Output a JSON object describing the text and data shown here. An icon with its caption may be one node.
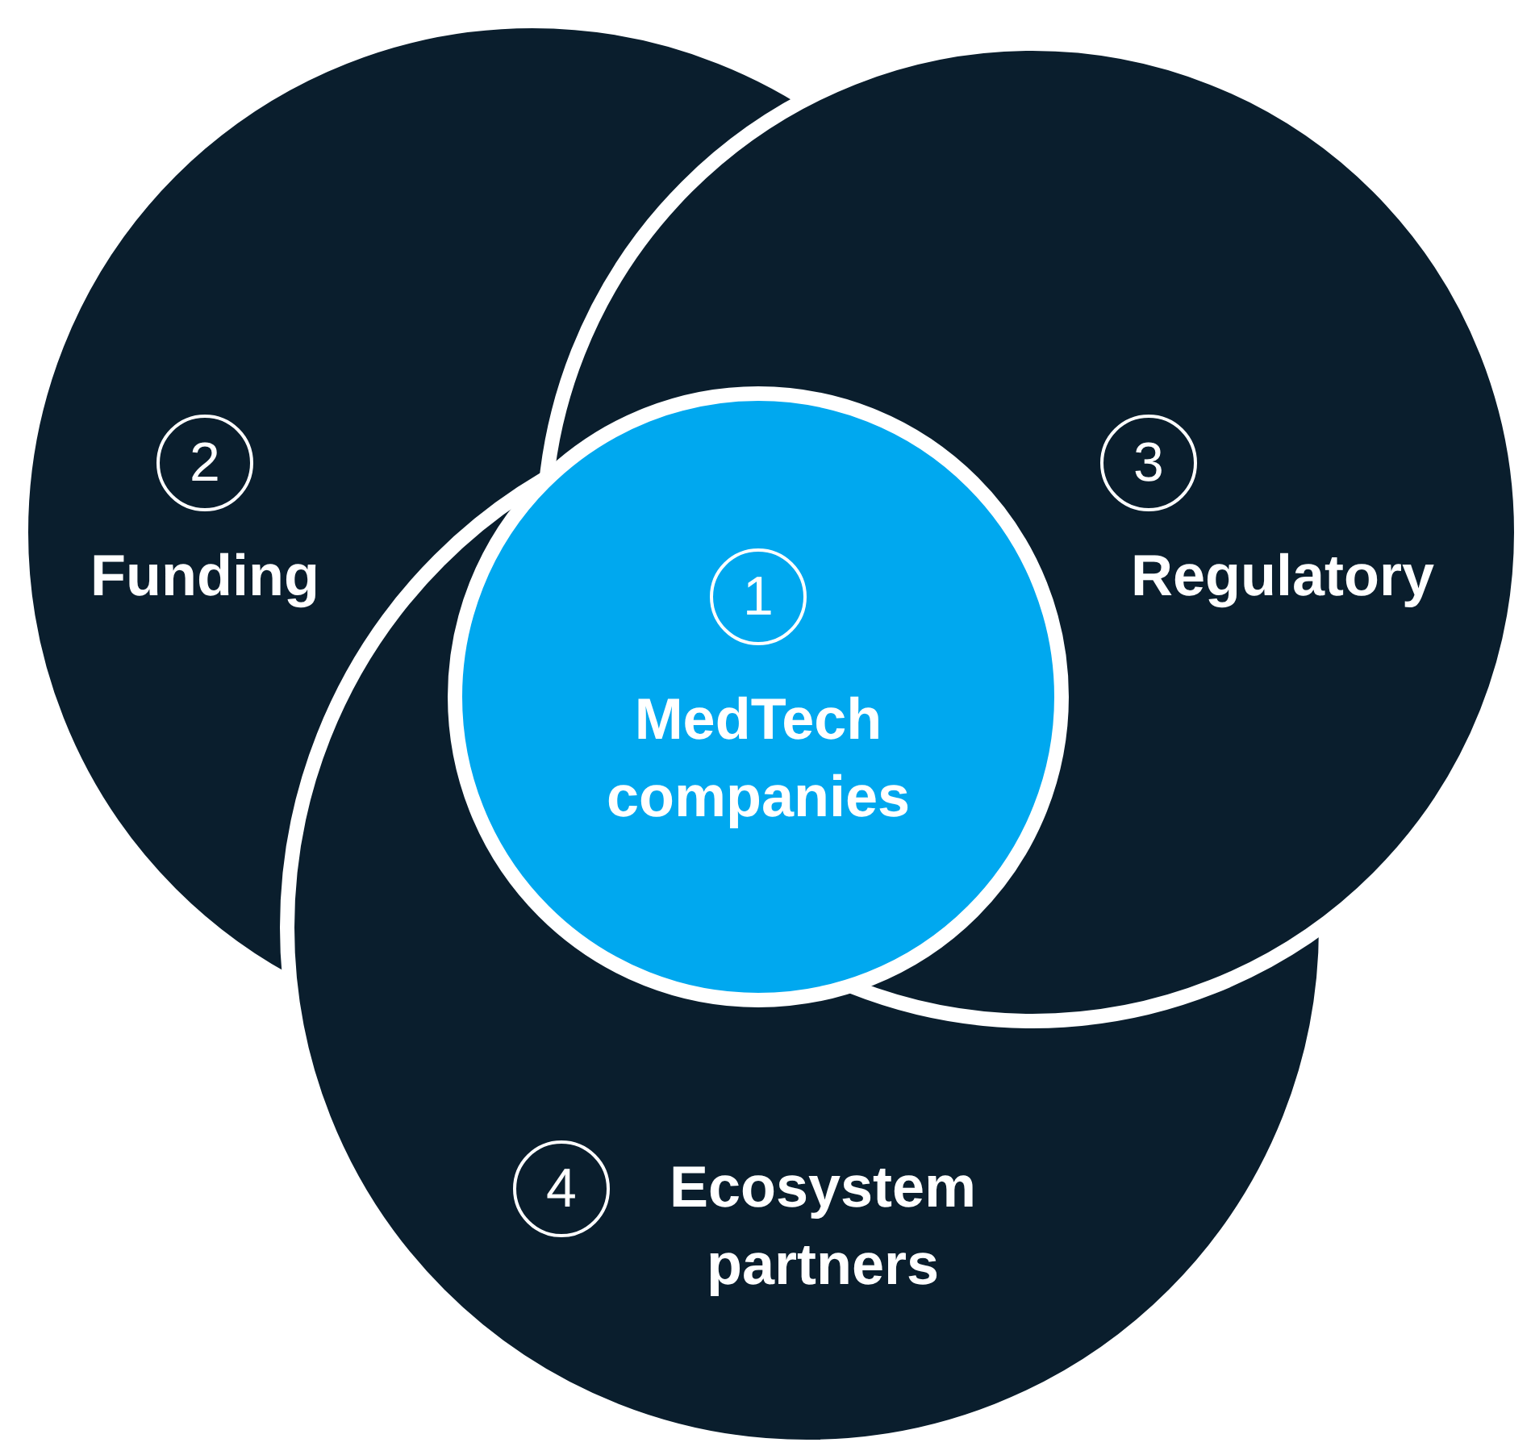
{
  "diagram": {
    "nodes": [
      {
        "text": [
          "1",
          "MedTech companies"
        ]
      },
      {
        "text": [
          "2",
          "Funding"
        ]
      },
      {
        "text": [
          "3",
          "Regulatory"
        ]
      },
      {
        "text": [
          "4",
          "Ecosystem partners"
        ]
      }
    ],
    "edges": []
  }
}
